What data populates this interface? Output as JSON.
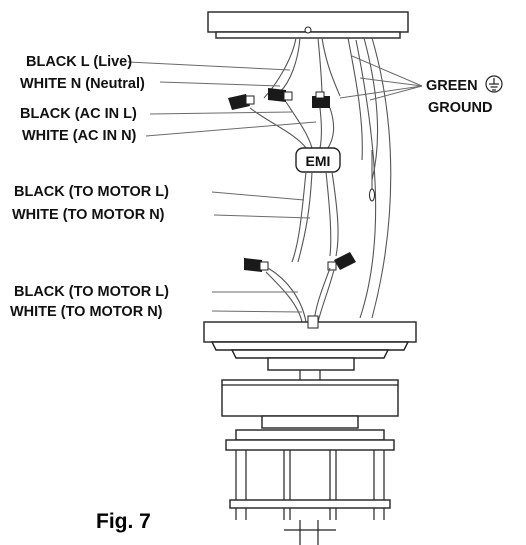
{
  "labels": {
    "black_live": "BLACK L (Live)",
    "white_neutral": "WHITE N (Neutral)",
    "black_ac_in": "BLACK (AC IN L)",
    "white_ac_in": "WHITE (AC IN N)",
    "black_motor_1": "BLACK (TO MOTOR L)",
    "white_motor_1": "WHITE (TO MOTOR N)",
    "black_motor_2": "BLACK (TO MOTOR L)",
    "white_motor_2": "WHITE (TO MOTOR N)",
    "green": "GREEN",
    "ground": "GROUND",
    "emi": "EMI"
  },
  "caption": "Fig. 7",
  "colors": {
    "line": "#222222",
    "text": "#111111",
    "connector": "#1a1a1a"
  }
}
